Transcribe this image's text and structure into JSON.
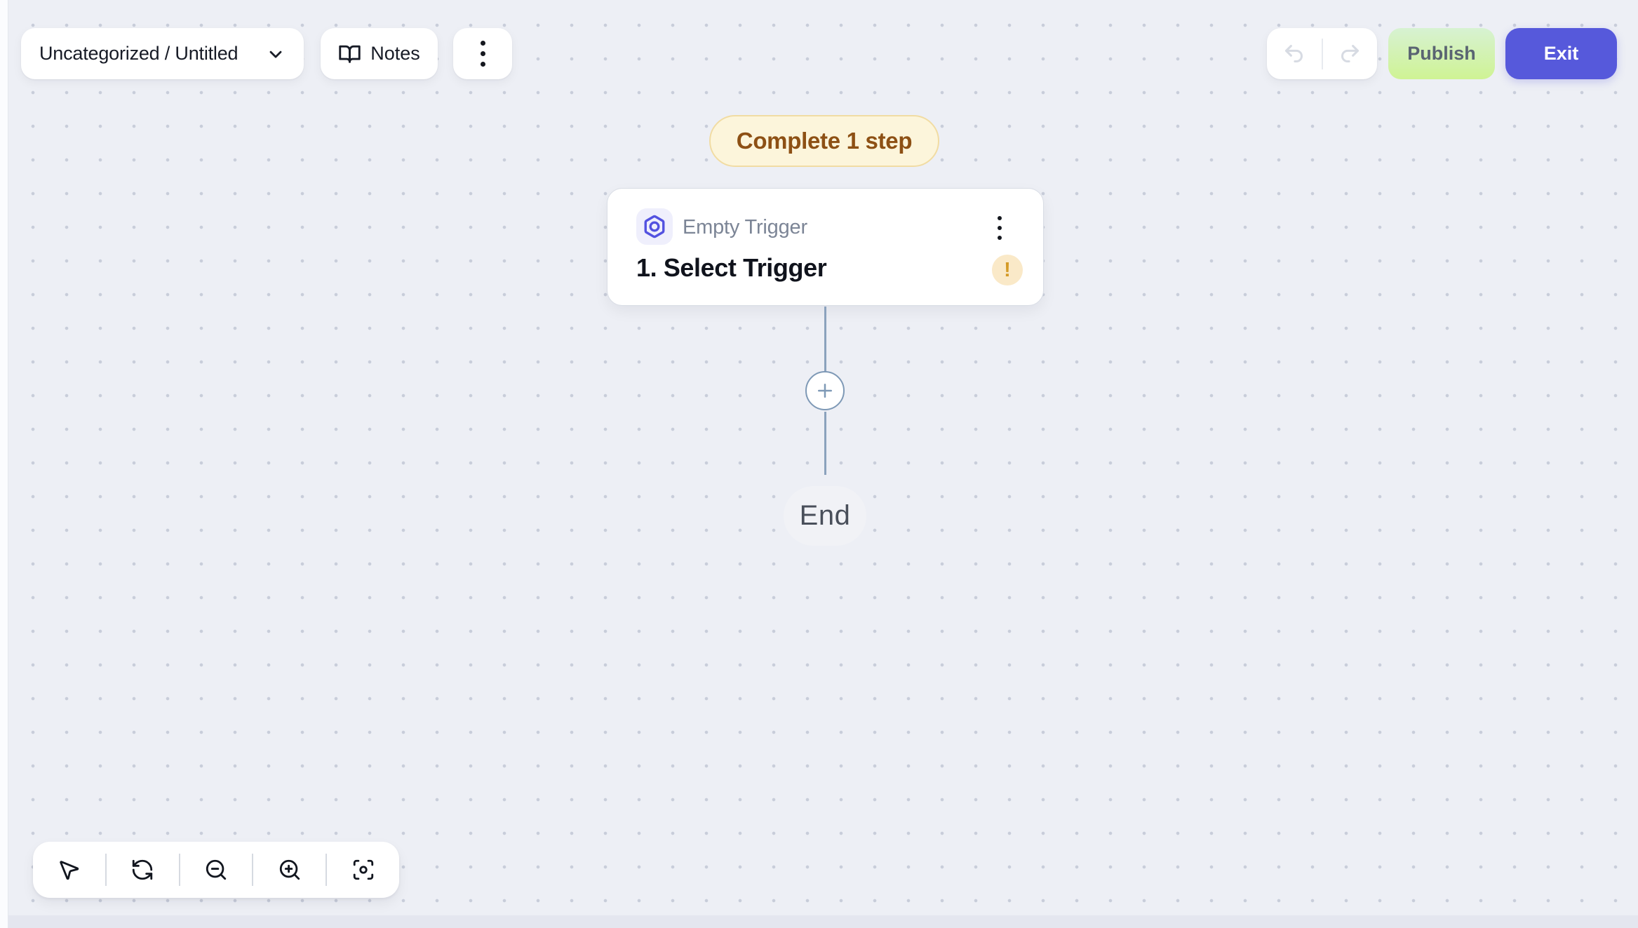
{
  "header": {
    "workflow_selector": {
      "label": "Uncategorized / Untitled"
    },
    "notes_button": {
      "label": "Notes"
    },
    "publish_button": {
      "label": "Publish"
    },
    "exit_button": {
      "label": "Exit"
    }
  },
  "canvas": {
    "incomplete_banner": {
      "label": "Complete 1 step"
    },
    "trigger_node": {
      "step_type": "Empty Trigger",
      "title": "1. Select Trigger",
      "warning_glyph": "!"
    },
    "end_node": {
      "label": "End"
    }
  },
  "icons": {
    "chevron_down": "⌄",
    "book_open_notes": "📖",
    "kebab_menu": "⋮",
    "undo": "↶",
    "redo": "↷",
    "hexagon_trigger": "⬡",
    "warning": "!",
    "plus_add_step": "+",
    "cursor_select": "➤",
    "refresh_reset": "⟳",
    "zoom_out": "⊖",
    "zoom_in": "⊕",
    "focus_fit": "⌖"
  },
  "colors": {
    "canvas_bg": "#EDEFF5",
    "dot_color": "#C8CDDA",
    "accent_indigo": "#5659DB",
    "publish_gradient_top": "#D7F2D2",
    "publish_gradient_bottom": "#CFF394",
    "publish_text": "#5A6472",
    "banner_bg": "#FCF5DB",
    "banner_border": "#F1DCA3",
    "banner_text": "#8D5014",
    "warning_bg": "#FAE9C8",
    "warning_fg": "#D49A26",
    "connector": "#8BA2BD",
    "node_icon_bg": "#EFEFFC",
    "node_icon_fg": "#5352E0",
    "end_pill_bg": "#F1F2F6",
    "end_pill_text": "#494F5A"
  }
}
